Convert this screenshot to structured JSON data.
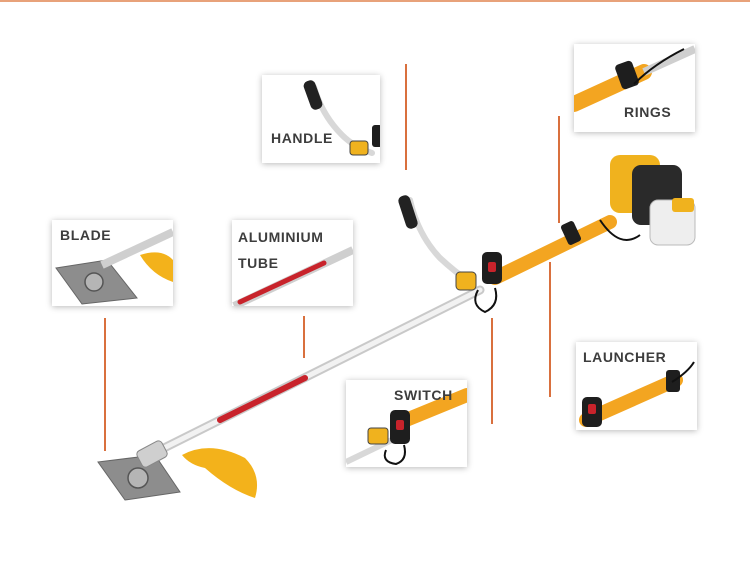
{
  "colors": {
    "accent_line": "#d9703e",
    "shaft_orange": "#f3a521",
    "engine_yellow": "#f0b21e",
    "tube_red": "#c8232b",
    "label_text": "#3d3d3d"
  },
  "callouts": {
    "handle": {
      "label": "HANDLE",
      "icon": "handle-detail-icon"
    },
    "rings": {
      "label": "RINGS",
      "icon": "rings-detail-icon"
    },
    "blade": {
      "label": "BLADE",
      "icon": "blade-detail-icon"
    },
    "aluminium_tube": {
      "label_line1": "ALUMINIUM",
      "label_line2": "TUBE",
      "icon": "tube-detail-icon"
    },
    "switch": {
      "label": "SWITCH",
      "icon": "switch-detail-icon"
    },
    "launcher": {
      "label": "LAUNCHER",
      "icon": "launcher-detail-icon"
    }
  },
  "product": {
    "icon": "brush-cutter-icon"
  }
}
